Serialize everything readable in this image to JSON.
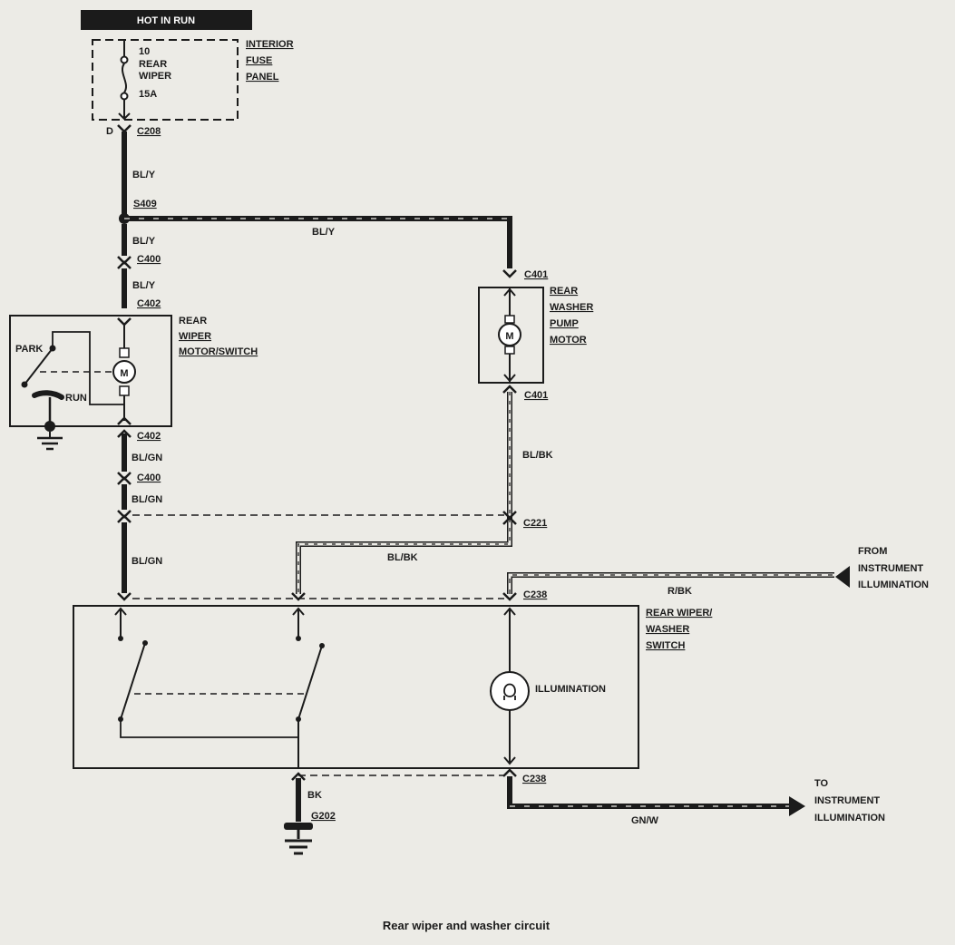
{
  "header": {
    "hot_label": "HOT IN RUN"
  },
  "fuse_panel": {
    "fuse_number": "10",
    "fuse_name_1": "REAR",
    "fuse_name_2": "WIPER",
    "rating": "15A",
    "panel_1": "INTERIOR",
    "panel_2": "FUSE",
    "panel_3": "PANEL"
  },
  "connectors": {
    "c208": "C208",
    "c208_pin": "D",
    "s409": "S409",
    "c400_top": "C400",
    "c402_top": "C402",
    "c402_bottom": "C402",
    "c400_bottom": "C400",
    "c401_top": "C401",
    "c401_bottom": "C401",
    "c221": "C221",
    "c238_top": "C238",
    "c238_bottom": "C238",
    "g202": "G202"
  },
  "wires": {
    "bly_1": "BL/Y",
    "bly_2": "BL/Y",
    "bly_3": "BL/Y",
    "bly_h": "BL/Y",
    "blgn_1": "BL/GN",
    "blgn_2": "BL/GN",
    "blgn_3": "BL/GN",
    "blbk_v": "BL/BK",
    "blbk_h": "BL/BK",
    "rbk": "R/BK",
    "bk": "BK",
    "gnw": "GN/W"
  },
  "wiper_motor": {
    "name_1": "REAR",
    "name_2": "WIPER",
    "name_3": "MOTOR/SWITCH",
    "park": "PARK",
    "run": "RUN",
    "motor_symbol": "M"
  },
  "washer_pump": {
    "name_1": "REAR",
    "name_2": "WASHER",
    "name_3": "PUMP",
    "name_4": "MOTOR",
    "motor_symbol": "M"
  },
  "wiper_switch": {
    "name_1": "REAR WIPER/",
    "name_2": "WASHER",
    "name_3": "SWITCH",
    "illumination": "ILLUMINATION"
  },
  "external": {
    "from_1": "FROM",
    "from_2": "INSTRUMENT",
    "from_3": "ILLUMINATION",
    "to_1": "TO",
    "to_2": "INSTRUMENT",
    "to_3": "ILLUMINATION"
  },
  "caption": "Rear wiper and washer circuit",
  "colors": {
    "ink": "#1b1b1b",
    "paper": "#ecebe6",
    "banner": "#1b1b1b"
  }
}
